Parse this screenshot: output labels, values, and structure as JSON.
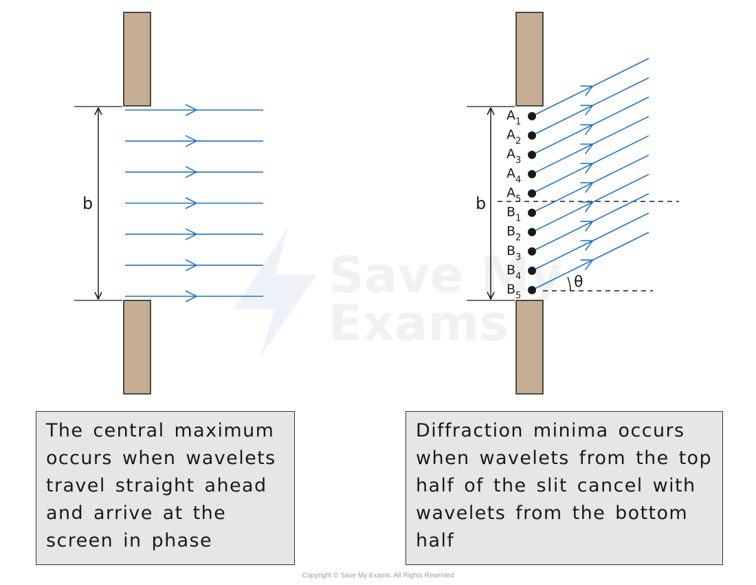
{
  "colors": {
    "slit": "#c6ae95",
    "wave": "#1a73c9",
    "line": "#1a1a1a",
    "box_fill": "#e6e6e6",
    "watermark": "#f1f1f1"
  },
  "left_diagram": {
    "width_label": "b",
    "wavefront_count": 7
  },
  "right_diagram": {
    "width_label": "b",
    "angle_label": "θ",
    "sources": [
      {
        "letter": "A",
        "index": "1"
      },
      {
        "letter": "A",
        "index": "2"
      },
      {
        "letter": "A",
        "index": "3"
      },
      {
        "letter": "A",
        "index": "4"
      },
      {
        "letter": "A",
        "index": "5"
      },
      {
        "letter": "B",
        "index": "1"
      },
      {
        "letter": "B",
        "index": "2"
      },
      {
        "letter": "B",
        "index": "3"
      },
      {
        "letter": "B",
        "index": "4"
      },
      {
        "letter": "B",
        "index": "5"
      }
    ]
  },
  "captions": {
    "left": "The central maximum occurs when wavelets travel straight ahead and arrive at the screen in phase",
    "right": "Diffraction minima occurs when wavelets from the top half of the slit cancel with wavelets from the bottom half"
  },
  "watermark": {
    "line1": "Save My",
    "line2": "Exams"
  },
  "copyright": "Copyright © Save My Exams. All Rights Reserved"
}
